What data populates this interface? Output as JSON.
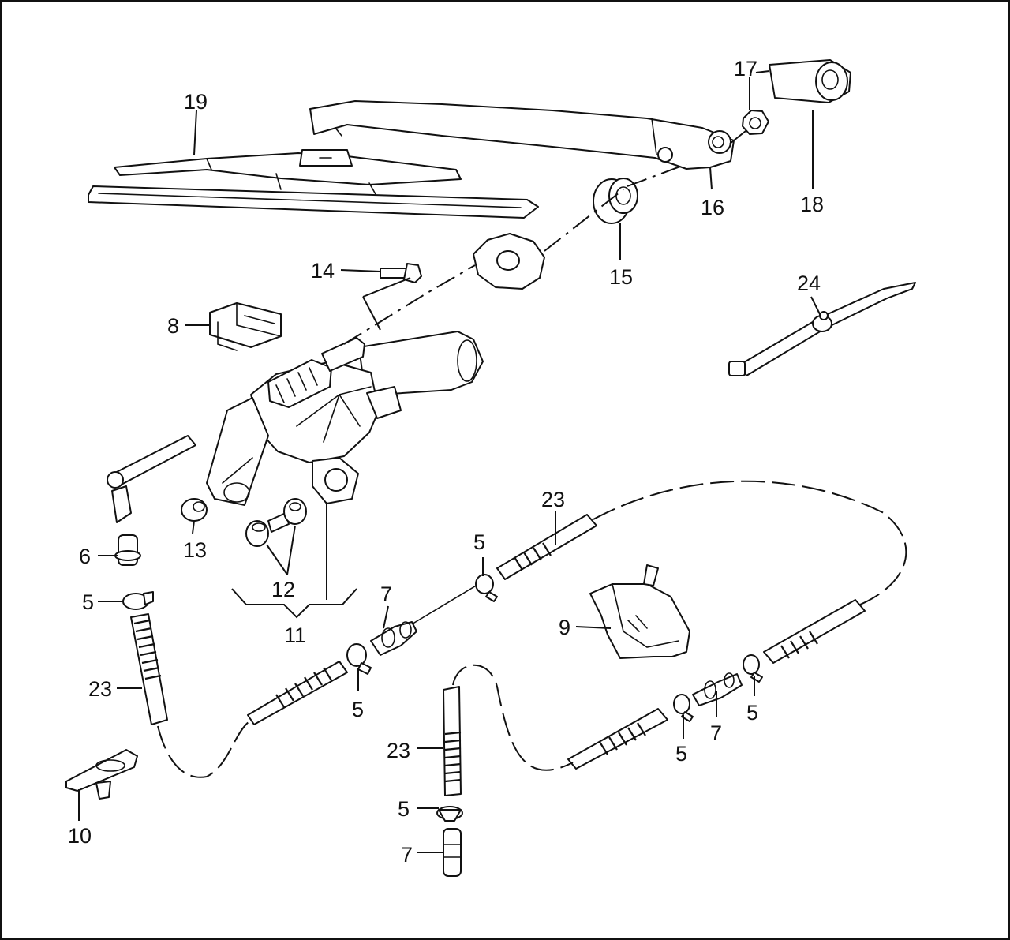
{
  "diagram": {
    "callouts": {
      "p19": "19",
      "p17": "17",
      "p18": "18",
      "p16": "16",
      "p15": "15",
      "p14": "14",
      "p24": "24",
      "p8": "8",
      "p13": "13",
      "p12": "12",
      "p11": "11",
      "p6": "6",
      "p5a": "5",
      "p23a": "23",
      "p10": "10",
      "p23b": "23",
      "p5b": "5",
      "p7a": "7",
      "p5c": "5",
      "p23c": "23",
      "p5d": "5",
      "p7b": "7",
      "p9": "9",
      "p5e": "5",
      "p7c": "7",
      "p5f": "5"
    }
  }
}
